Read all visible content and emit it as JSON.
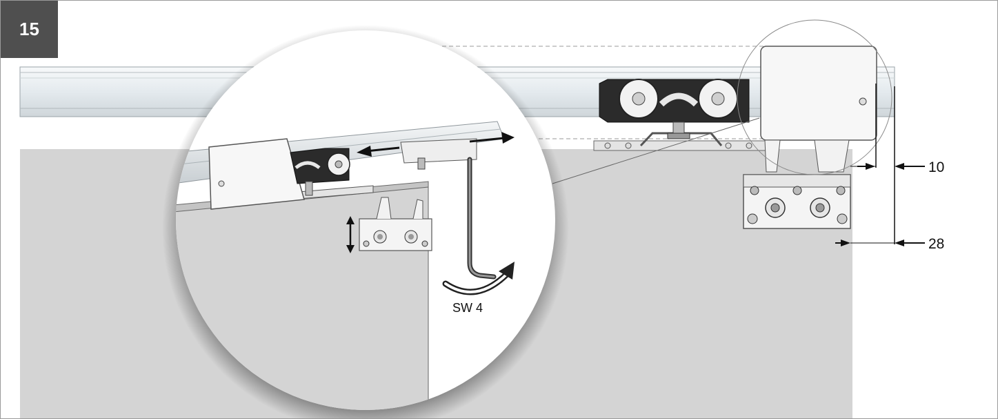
{
  "step": {
    "number": "15"
  },
  "dimensions": {
    "top_offset": "10",
    "total_offset": "28"
  },
  "callout": {
    "wrench_size": "SW 4"
  },
  "colors": {
    "door_panel": "#d4d4d4",
    "rail": "#e9eef1",
    "badge": "#4f4f4f",
    "hardware_dark": "#2b2b2b",
    "hardware_light": "#f2f2f2"
  },
  "icons": [
    "double-arrow-horizontal-icon",
    "double-arrow-vertical-icon",
    "rotate-arrow-icon",
    "hex-key-icon"
  ]
}
